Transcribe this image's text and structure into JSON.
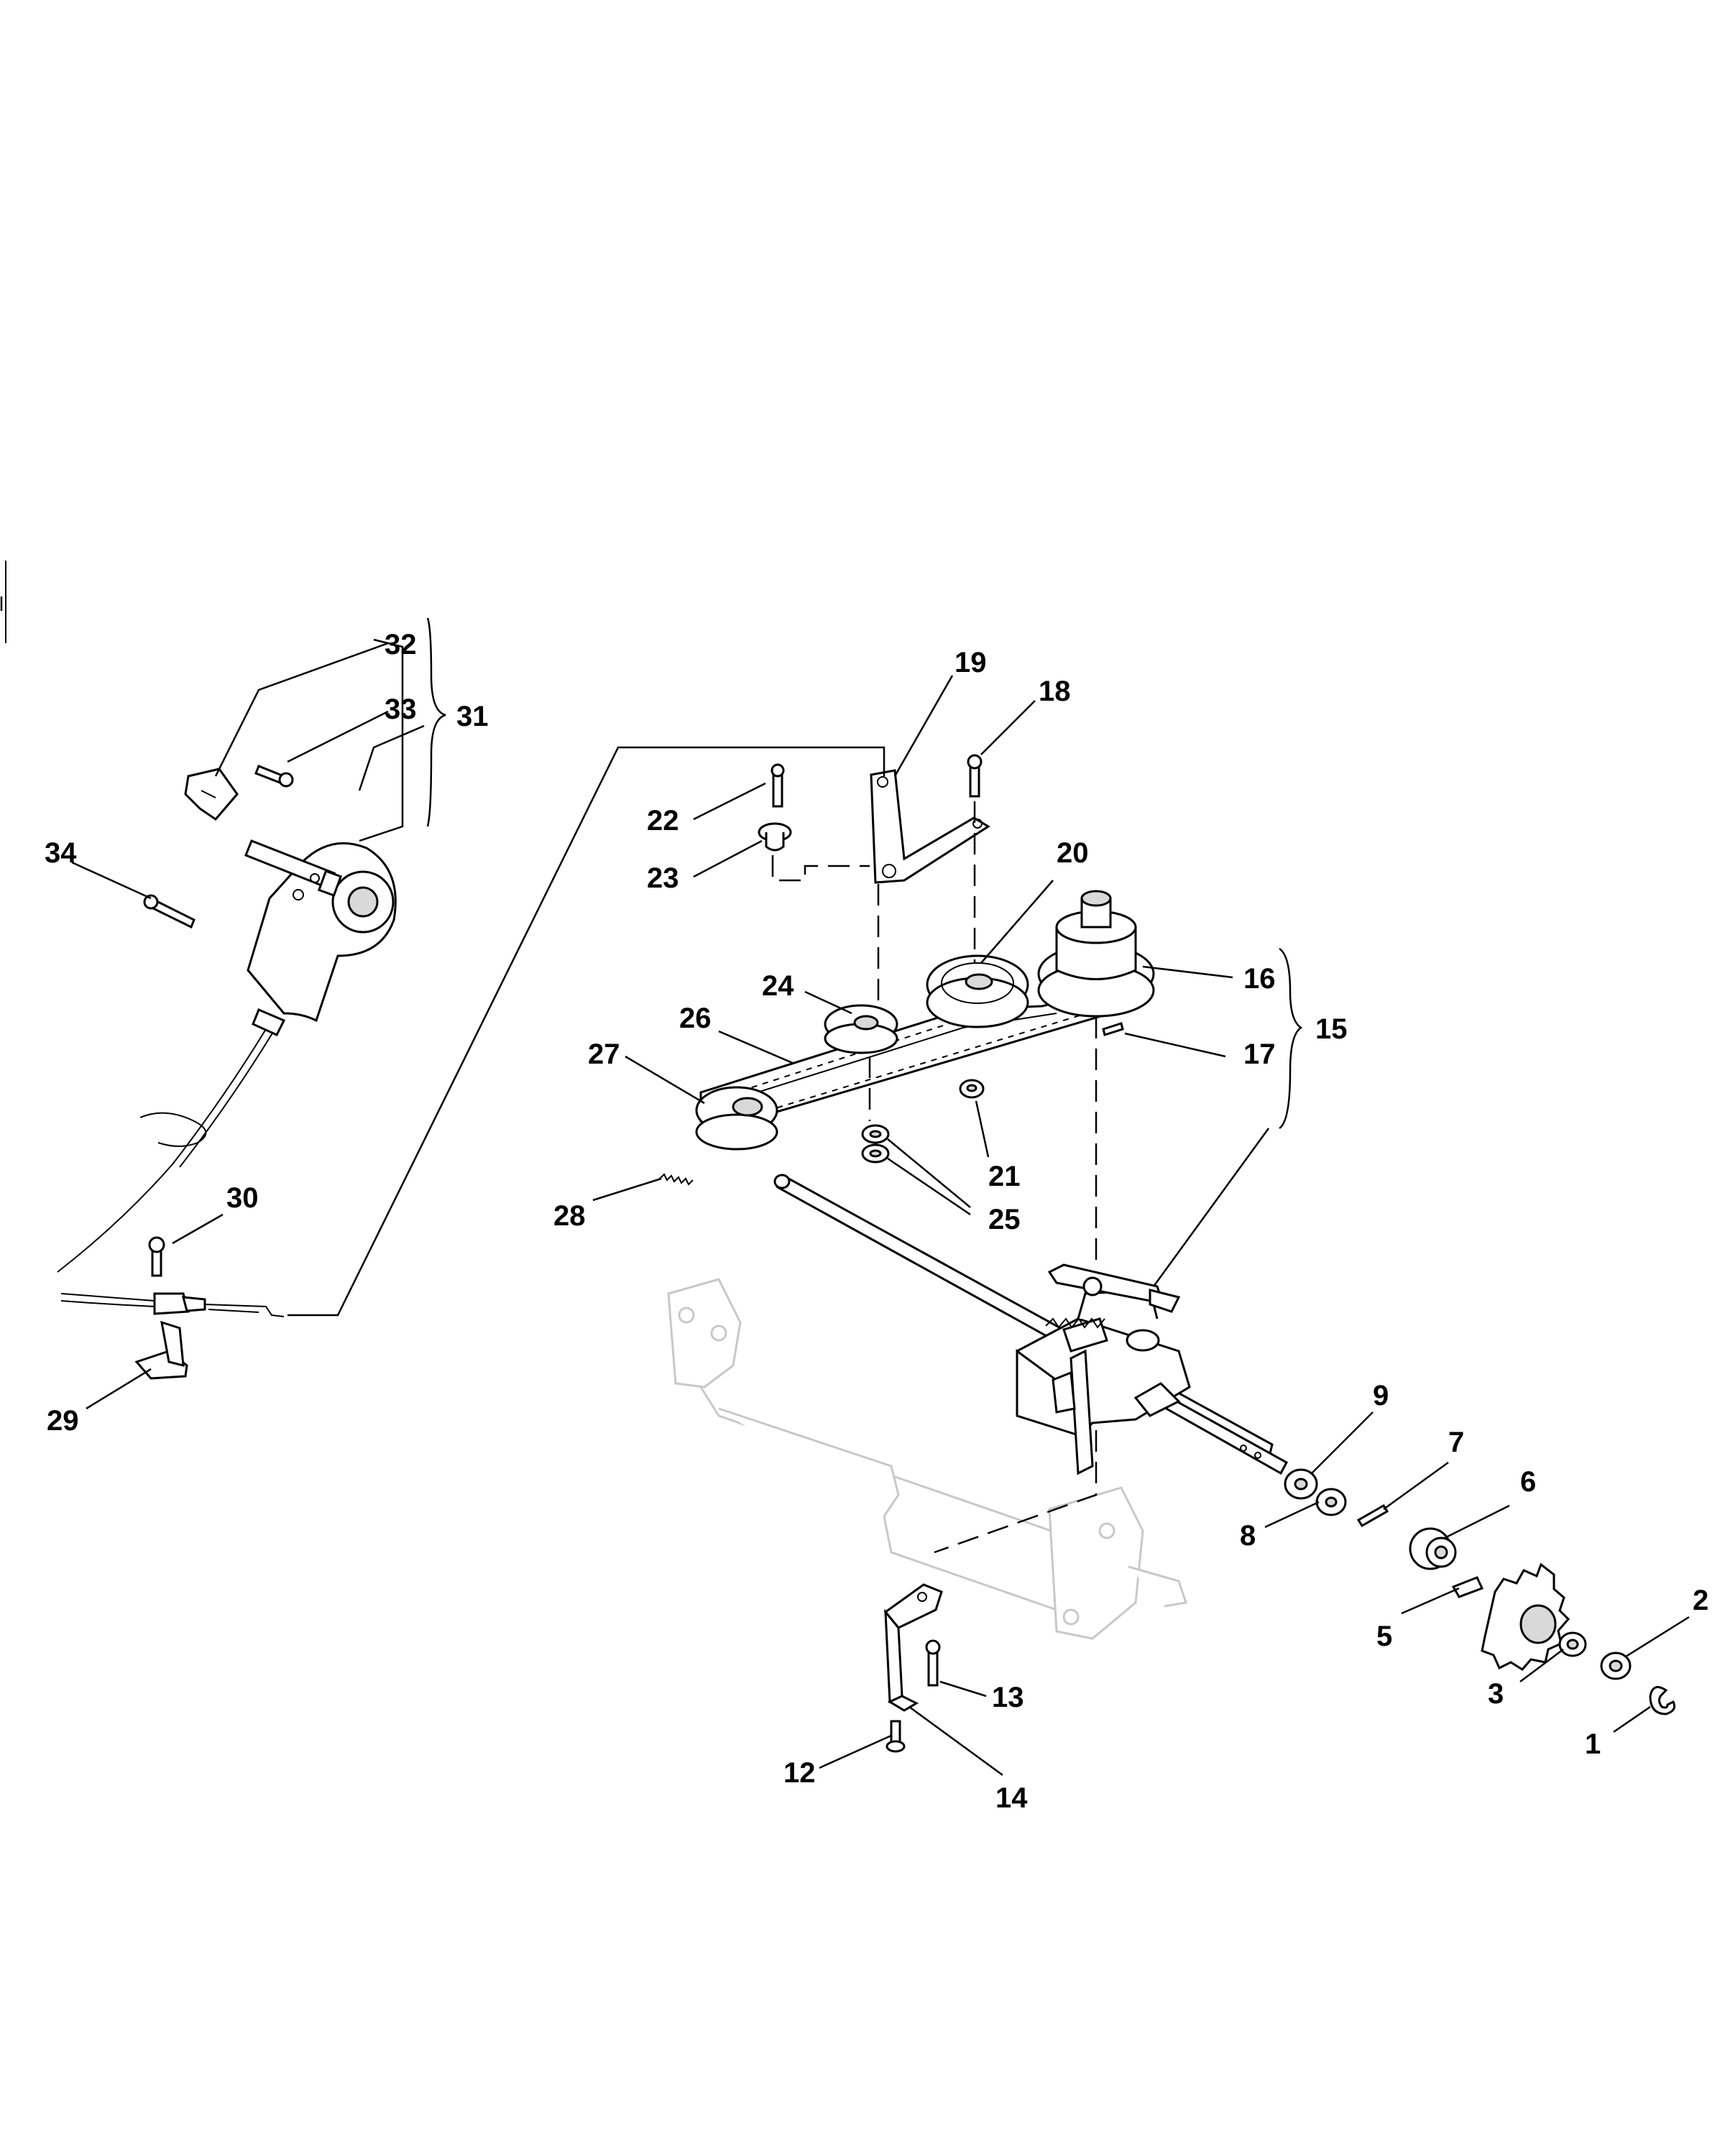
{
  "labels": {
    "l1": "1",
    "l2": "2",
    "l3": "3",
    "l5": "5",
    "l6": "6",
    "l7": "7",
    "l8": "8",
    "l9": "9",
    "l12": "12",
    "l13": "13",
    "l14": "14",
    "l15": "15",
    "l16": "16",
    "l17": "17",
    "l18": "18",
    "l19": "19",
    "l20": "20",
    "l21": "21",
    "l22": "22",
    "l23": "23",
    "l24": "24",
    "l25": "25",
    "l26": "26",
    "l27": "27",
    "l28": "28",
    "l29": "29",
    "l30": "30",
    "l31": "31",
    "l32": "32",
    "l33": "33",
    "l34": "34"
  }
}
